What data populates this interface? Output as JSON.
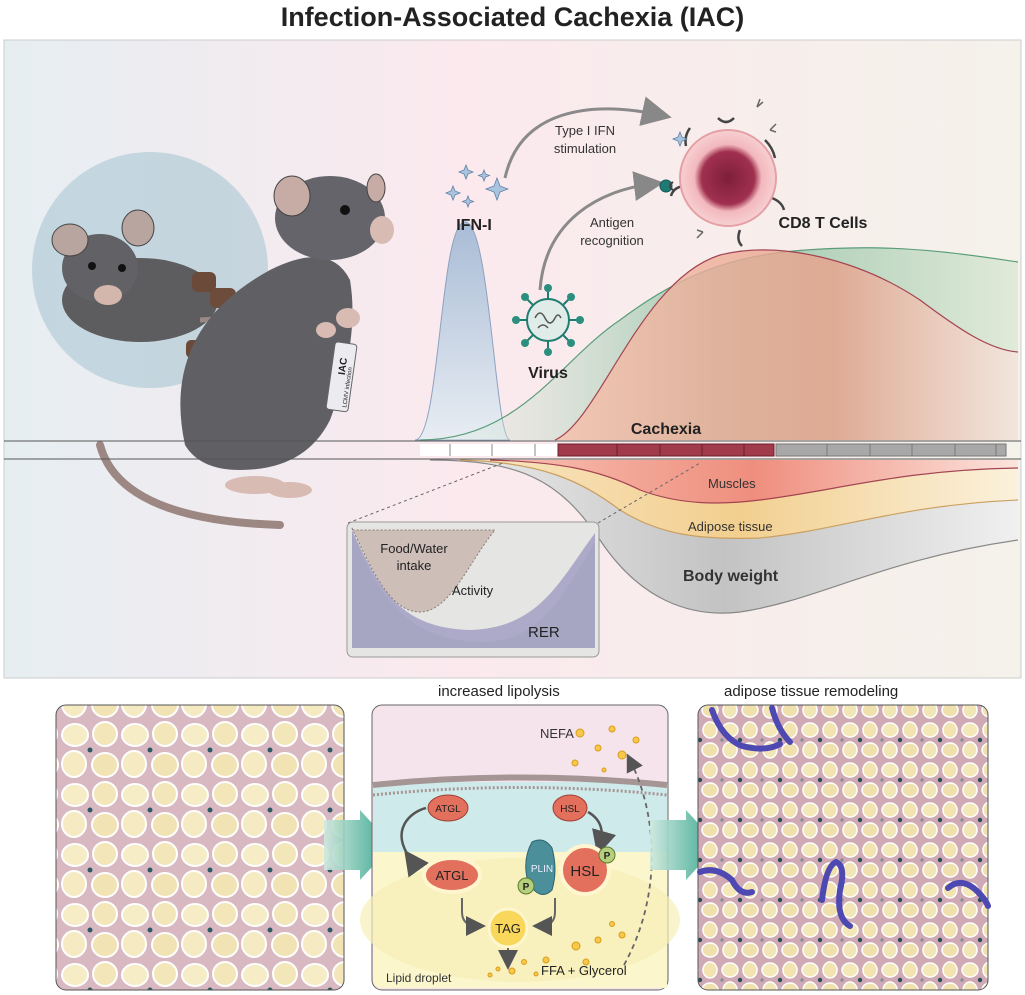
{
  "title": "Infection-Associated Cachexia (IAC)",
  "top_panel": {
    "ifn_label": "IFN-I",
    "virus_label": "Virus",
    "cd8_label": "CD8 T Cells",
    "ifn_stimulation": [
      "Type I IFN",
      "stimulation"
    ],
    "antigen_recognition": [
      "Antigen",
      "recognition"
    ],
    "tag_title": "IAC",
    "tag_sub": "LCMV infection",
    "cachexia_label": "Cachexia",
    "muscles_label": "Muscles",
    "adipose_label": "Adipose tissue",
    "body_weight_label": "Body weight",
    "inset": {
      "food_water": [
        "Food/Water",
        "intake"
      ],
      "activity": "Activity",
      "rer": "RER"
    },
    "colors": {
      "cachexia_bar": "#a13a4a",
      "timeline_gray": "#a8a8a8",
      "ifn_curve": "#b7c7dc",
      "tcell_curve": "#8fbf9e",
      "muscles_fill": "#f19a86",
      "adipose_fill": "#f4d79b",
      "body_weight_fill": "#c9c9c9"
    }
  },
  "bottom_panel": {
    "middle_title": "increased lipolysis",
    "right_title": "adipose tissue remodeling",
    "nefa": "NEFA",
    "atgl": "ATGL",
    "hsl": "HSL",
    "plin": "PLIN",
    "p": "P",
    "tag": "TAG",
    "ffa": "FFA + Glycerol",
    "lipid_droplet": "Lipid droplet"
  }
}
